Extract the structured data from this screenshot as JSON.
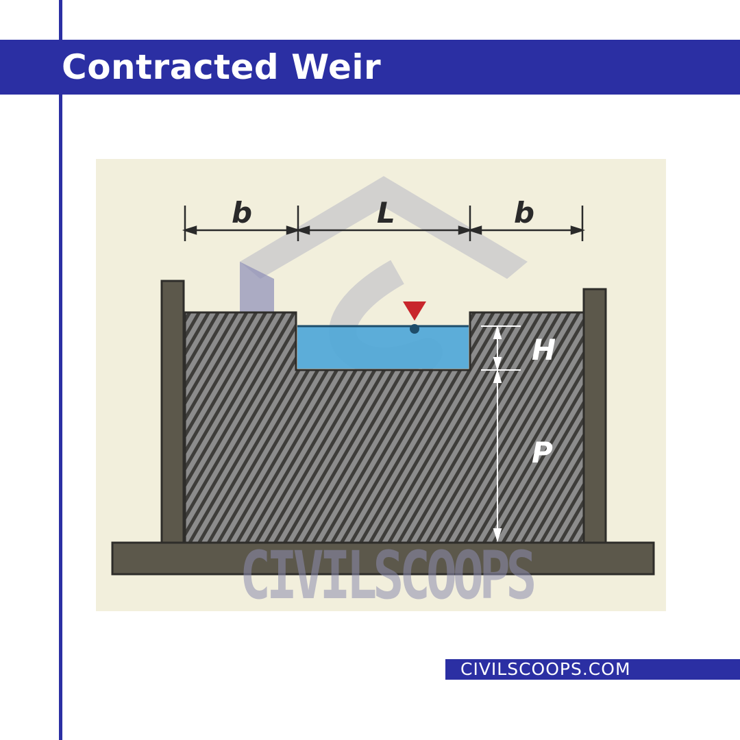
{
  "header": {
    "title": "Contracted Weir"
  },
  "diagram": {
    "dimension_labels": {
      "left_end_contraction": "b",
      "crest_length": "L",
      "right_end_contraction": "b",
      "head": "H",
      "weir_height": "P"
    },
    "watermark_text": "CIVILSCOOPS",
    "colors": {
      "background": "#f2efdc",
      "weir_hatch_fill": "#8a8a8a",
      "walls_and_base": "#5c584b",
      "water": "#4fa7d8",
      "water_surface_marker": "#c8262c",
      "logo_watermark": "#2b2fa3"
    }
  },
  "footer": {
    "site": "CIVILSCOOPS.COM"
  },
  "colors": {
    "brand": "#2b2fa3",
    "text_on_brand": "#ffffff"
  }
}
